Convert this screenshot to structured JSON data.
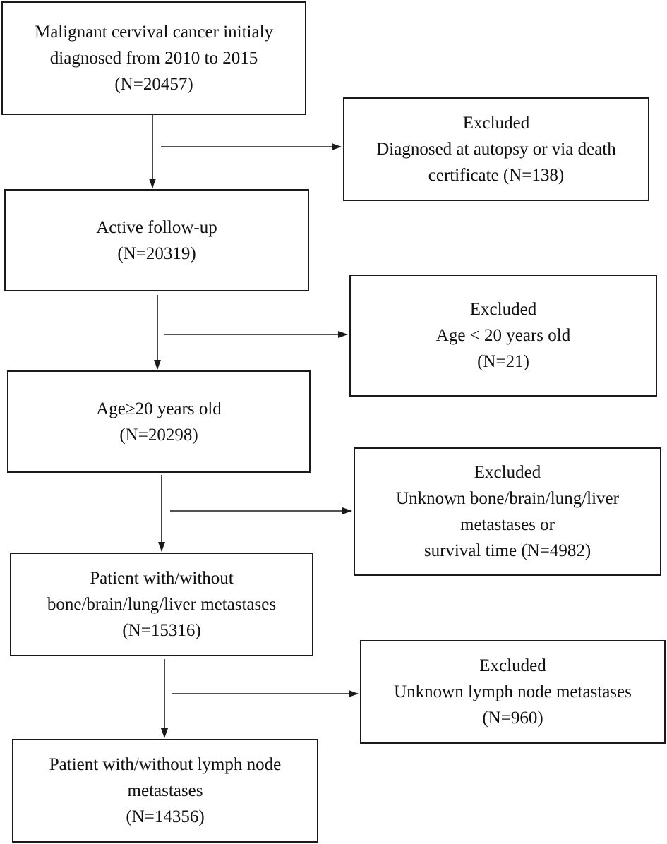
{
  "main_boxes": [
    {
      "lines": [
        "Malignant cervival cancer initialy",
        "diagnosed from 2010 to 2015",
        "(N=20457)"
      ]
    },
    {
      "lines": [
        "Active follow-up",
        "(N=20319)"
      ]
    },
    {
      "lines": [
        "Age≥20 years old",
        "(N=20298)"
      ]
    },
    {
      "lines": [
        "Patient with/without",
        "bone/brain/lung/liver metastases",
        "(N=15316)"
      ]
    },
    {
      "lines": [
        "Patient with/without lymph node",
        "metastases",
        "(N=14356)"
      ]
    }
  ],
  "excluded_boxes": [
    {
      "lines": [
        "Excluded",
        "Diagnosed at autopsy or via death",
        "certificate (N=138)"
      ]
    },
    {
      "lines": [
        "Excluded",
        "Age < 20 years old",
        "(N=21)"
      ]
    },
    {
      "lines": [
        "Excluded",
        "Unknown bone/brain/lung/liver",
        "metastases or",
        "survival time (N=4982)"
      ]
    },
    {
      "lines": [
        "Excluded",
        "Unknown lymph node metastases",
        "(N=960)"
      ]
    }
  ]
}
